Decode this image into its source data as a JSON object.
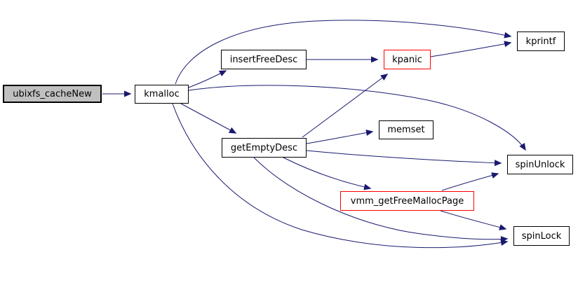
{
  "diagram": {
    "type": "call-graph",
    "background_color": "#ffffff",
    "edge_color": "#191970",
    "node_fill_color": "#ffffff",
    "node_border_color": "#000000",
    "truncated_node_border_color": "#ff0000",
    "root_node_fill_color": "#c0c0c0",
    "nodes": [
      {
        "id": "ubixfs_cacheNew",
        "label": "ubixfs_cacheNew",
        "kind": "root"
      },
      {
        "id": "kmalloc",
        "label": "kmalloc",
        "kind": "function"
      },
      {
        "id": "insertFreeDesc",
        "label": "insertFreeDesc",
        "kind": "function"
      },
      {
        "id": "kpanic",
        "label": "kpanic",
        "kind": "truncated"
      },
      {
        "id": "kprintf",
        "label": "kprintf",
        "kind": "function"
      },
      {
        "id": "getEmptyDesc",
        "label": "getEmptyDesc",
        "kind": "function"
      },
      {
        "id": "memset",
        "label": "memset",
        "kind": "function"
      },
      {
        "id": "spinUnlock",
        "label": "spinUnlock",
        "kind": "function"
      },
      {
        "id": "vmm_getFreeMallocPage",
        "label": "vmm_getFreeMallocPage",
        "kind": "truncated"
      },
      {
        "id": "spinLock",
        "label": "spinLock",
        "kind": "function"
      }
    ],
    "edges": [
      {
        "from": "ubixfs_cacheNew",
        "to": "kmalloc"
      },
      {
        "from": "kmalloc",
        "to": "insertFreeDesc"
      },
      {
        "from": "kmalloc",
        "to": "kprintf"
      },
      {
        "from": "kmalloc",
        "to": "getEmptyDesc"
      },
      {
        "from": "kmalloc",
        "to": "spinUnlock"
      },
      {
        "from": "kmalloc",
        "to": "spinLock"
      },
      {
        "from": "insertFreeDesc",
        "to": "kpanic"
      },
      {
        "from": "kpanic",
        "to": "kprintf"
      },
      {
        "from": "getEmptyDesc",
        "to": "kpanic"
      },
      {
        "from": "getEmptyDesc",
        "to": "memset"
      },
      {
        "from": "getEmptyDesc",
        "to": "spinUnlock"
      },
      {
        "from": "getEmptyDesc",
        "to": "vmm_getFreeMallocPage"
      },
      {
        "from": "getEmptyDesc",
        "to": "spinLock"
      },
      {
        "from": "vmm_getFreeMallocPage",
        "to": "spinUnlock"
      },
      {
        "from": "vmm_getFreeMallocPage",
        "to": "spinLock"
      }
    ]
  }
}
